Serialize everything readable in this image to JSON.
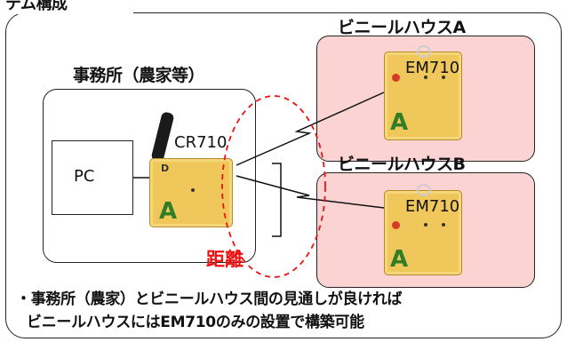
{
  "header_fragment": "テム構成",
  "office": {
    "title": "事務所（農家等）",
    "pc_label": "PC",
    "device_label": "CR710"
  },
  "house_a": {
    "title": "ビニールハウスA",
    "device_label": "EM710"
  },
  "house_b": {
    "title": "ビニールハウスB",
    "device_label": "EM710"
  },
  "distance_label": "距離",
  "notes": [
    "・事務所（農家）とビニールハウス間の見通しが良ければ",
    "ビニールハウスにはEM710のみの設置で構築可能"
  ],
  "colors": {
    "house_fill": "#fbd3d3",
    "distance_red": "#ee1111",
    "device_yellow": "#f0c75a",
    "logo_green": "#2f7d24"
  }
}
